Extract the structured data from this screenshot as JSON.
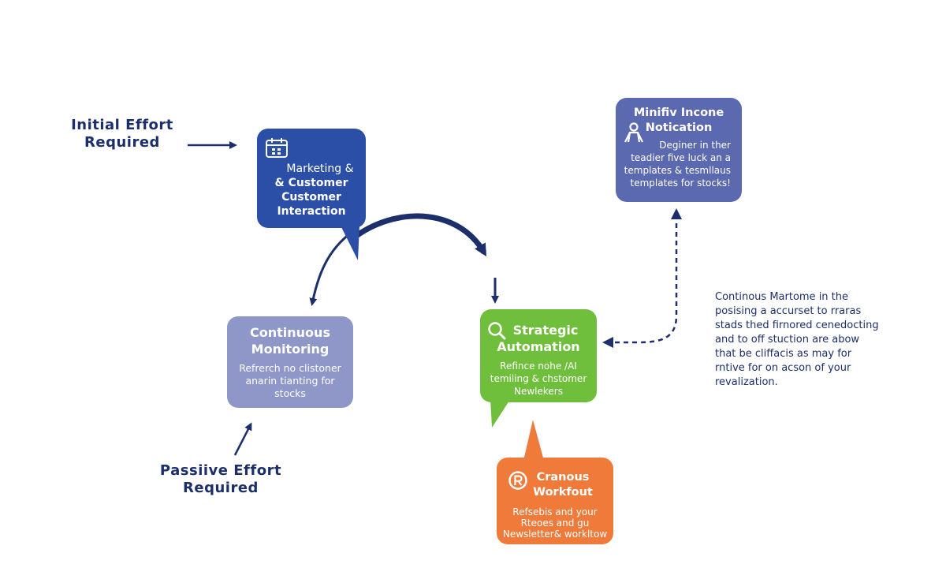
{
  "labels": {
    "initial_effort": [
      "Initial Effort",
      "Required"
    ],
    "passive_effort": [
      "Passiive Effort",
      "Required"
    ]
  },
  "boxes": {
    "marketing": {
      "title": [
        "Marketing &",
        "& Customer",
        "Customer",
        "Interaction"
      ],
      "icon": "calendar-icon",
      "color": "#2b4ea6"
    },
    "monitoring": {
      "title": [
        "Continuous",
        "Monitoring"
      ],
      "body": [
        "Refrerch no clistoner",
        "anarin tianting for",
        "stocks"
      ],
      "color": "#8f97c9"
    },
    "strategic": {
      "title": [
        "Strategic",
        "Automation"
      ],
      "body": [
        "Refince nohe /AI",
        "temiling & chstomer",
        "Newlekers"
      ],
      "icon": "search-icon",
      "color": "#6fbf3c"
    },
    "workout": {
      "title": [
        "Cranous",
        "Workfout"
      ],
      "body": [
        "Refsebis and your",
        "Rteoes and gu",
        "Newsletter& workltow"
      ],
      "icon": "registered-icon",
      "color": "#f07a3a"
    },
    "income": {
      "title": [
        "Minifiv Incone",
        "Notication"
      ],
      "body": [
        "Deginer in ther",
        "teadier five luck an a",
        "templates & tesmllaus",
        "templates for stocks!"
      ],
      "icon": "person-icon",
      "color": "#5b69b0"
    }
  },
  "side_note": [
    "Continous Martome in the",
    "posising a accurset to rraras",
    "stads thed firnored cenedocting",
    "and to off stuction are abow",
    "that be cliffacis as may for",
    "rntive for on acson of your",
    "revalization."
  ],
  "colors": {
    "arrow": "#1c2f6b"
  }
}
